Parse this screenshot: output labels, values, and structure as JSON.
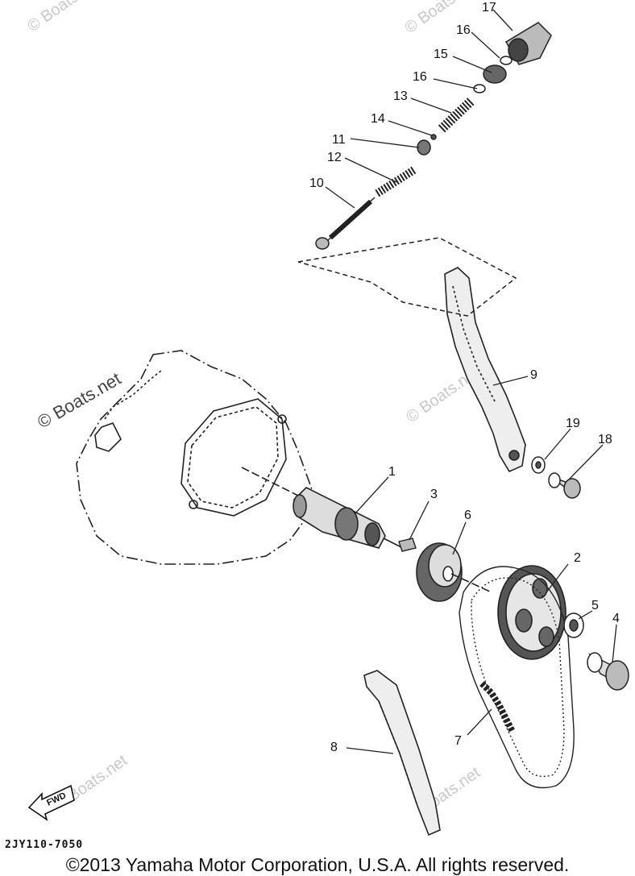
{
  "callouts": [
    "1",
    "2",
    "3",
    "4",
    "5",
    "6",
    "7",
    "8",
    "9",
    "10",
    "11",
    "12",
    "13",
    "14",
    "15",
    "16",
    "16",
    "17",
    "18",
    "19"
  ],
  "watermark": "© Boats.net",
  "watermark_short": "Boats.net",
  "fwd_label": "FWD",
  "diagram_code": "2JY110-7050",
  "copyright": "©2013 Yamaha Motor Corporation, U.S.A. All rights reserved."
}
